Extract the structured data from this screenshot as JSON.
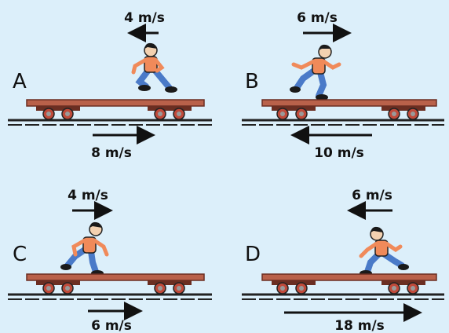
{
  "colors": {
    "background": "#dceffa",
    "cart_deck": "#b9614a",
    "cart_deck_edge": "#6b2e22",
    "wheel": "#c04a3a",
    "wheel_hub": "#9a9a9a",
    "rail": "#222222",
    "shirt": "#f08a5a",
    "pants": "#4a7ac8",
    "hair": "#1a1a1a",
    "skin": "#f3d1b0"
  },
  "panels": [
    {
      "letter": "A",
      "runner_speed": "4 m/s",
      "runner_direction": "left",
      "cart_speed": "8 m/s",
      "cart_direction": "right"
    },
    {
      "letter": "B",
      "runner_speed": "6 m/s",
      "runner_direction": "right",
      "cart_speed": "10 m/s",
      "cart_direction": "left"
    },
    {
      "letter": "C",
      "runner_speed": "4 m/s",
      "runner_direction": "right",
      "cart_speed": "6 m/s",
      "cart_direction": "right"
    },
    {
      "letter": "D",
      "runner_speed": "6 m/s",
      "runner_direction": "left",
      "cart_speed": "18 m/s",
      "cart_direction": "right"
    }
  ]
}
